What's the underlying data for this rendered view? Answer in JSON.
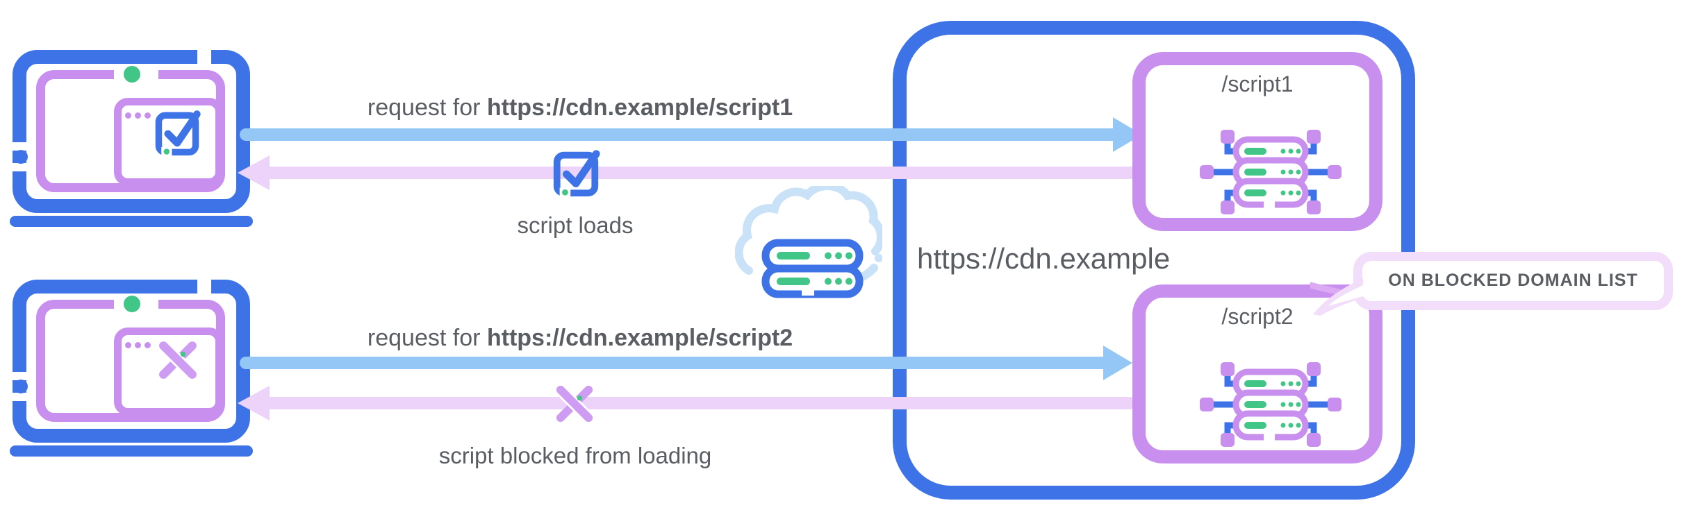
{
  "flows": [
    {
      "request_prefix": "request for ",
      "request_url": "https://cdn.example/script1",
      "result": "script loads"
    },
    {
      "request_prefix": "request for ",
      "request_url": "https://cdn.example/script2",
      "result": "script blocked from loading"
    }
  ],
  "cdn": {
    "label": "https://cdn.example",
    "endpoints": [
      {
        "label": "/script1"
      },
      {
        "label": "/script2"
      }
    ]
  },
  "callout": {
    "label": "ON BLOCKED DOMAIN LIST"
  },
  "icons": {
    "client_allowed": "laptop-with-check-icon",
    "client_blocked": "laptop-with-x-icon",
    "flow1_status": "checkbox-check-icon",
    "flow2_status": "x-cross-icon",
    "network": "cloud-server-icon",
    "endpoint": "server-node-icon"
  },
  "colors": {
    "blue": "#3E73E8",
    "purple": "#C98FEF",
    "arrow_blue": "#94C7F6",
    "arrow_pink": "#EDD3F9",
    "green": "#41C688",
    "cloud": "#C9E2F8",
    "text_gray": "#5A5E63",
    "bubble_border": "#F2DDFB",
    "bubble_accent": "#DCA9F3"
  }
}
